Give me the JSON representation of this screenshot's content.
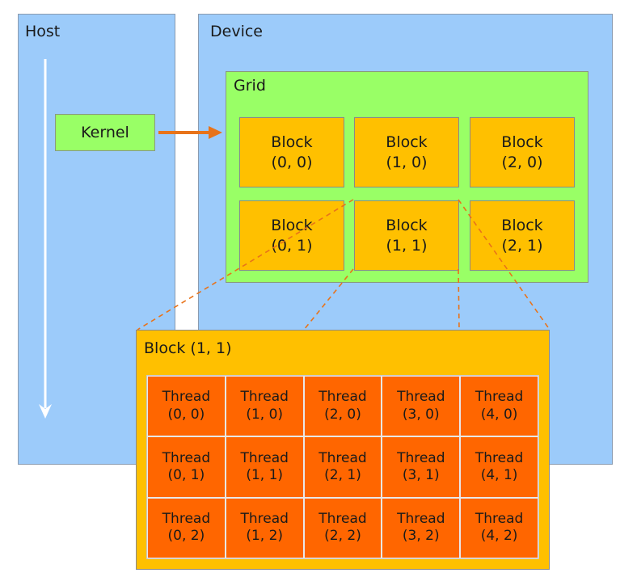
{
  "host": {
    "label": "Host"
  },
  "device": {
    "label": "Device"
  },
  "kernel": {
    "label": "Kernel"
  },
  "grid": {
    "label": "Grid",
    "blocks": [
      {
        "name": "Block",
        "coord": "(0, 0)"
      },
      {
        "name": "Block",
        "coord": "(1, 0)"
      },
      {
        "name": "Block",
        "coord": "(2, 0)"
      },
      {
        "name": "Block",
        "coord": "(0, 1)"
      },
      {
        "name": "Block",
        "coord": "(1, 1)"
      },
      {
        "name": "Block",
        "coord": "(2, 1)"
      }
    ]
  },
  "block_detail": {
    "label": "Block (1, 1)",
    "threads": [
      {
        "name": "Thread",
        "coord": "(0, 0)"
      },
      {
        "name": "Thread",
        "coord": "(1, 0)"
      },
      {
        "name": "Thread",
        "coord": "(2, 0)"
      },
      {
        "name": "Thread",
        "coord": "(3, 0)"
      },
      {
        "name": "Thread",
        "coord": "(4, 0)"
      },
      {
        "name": "Thread",
        "coord": "(0, 1)"
      },
      {
        "name": "Thread",
        "coord": "(1, 1)"
      },
      {
        "name": "Thread",
        "coord": "(2, 1)"
      },
      {
        "name": "Thread",
        "coord": "(3, 1)"
      },
      {
        "name": "Thread",
        "coord": "(4, 1)"
      },
      {
        "name": "Thread",
        "coord": "(0, 2)"
      },
      {
        "name": "Thread",
        "coord": "(1, 2)"
      },
      {
        "name": "Thread",
        "coord": "(2, 2)"
      },
      {
        "name": "Thread",
        "coord": "(3, 2)"
      },
      {
        "name": "Thread",
        "coord": "(4, 2)"
      }
    ]
  },
  "colors": {
    "host_device_bg": "#9ccbfa",
    "kernel_grid_bg": "#99ff66",
    "block_bg": "#ffc000",
    "thread_bg": "#ff6600",
    "arrow": "#e8731a"
  }
}
